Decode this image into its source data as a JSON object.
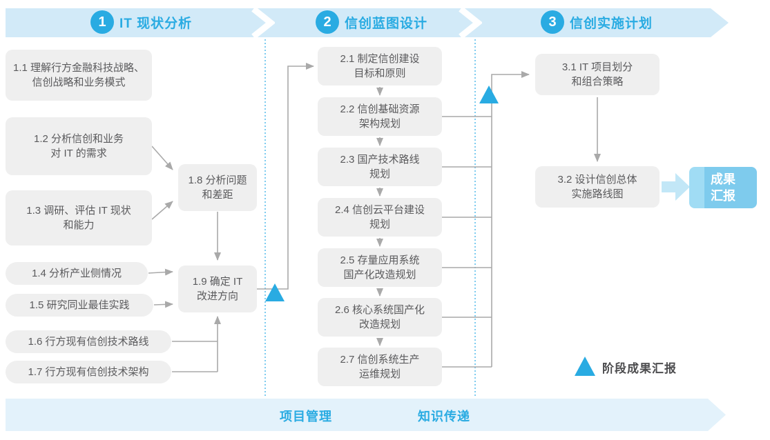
{
  "phases": [
    {
      "number": "1",
      "title": "IT 现状分析"
    },
    {
      "number": "2",
      "title": "信创蓝图设计"
    },
    {
      "number": "3",
      "title": "信创实施计划"
    }
  ],
  "boxes": {
    "b1_1": "1.1 理解行方金融科技战略、\n信创战略和业务模式",
    "b1_2": "1.2 分析信创和业务\n对 IT 的需求",
    "b1_3": "1.3 调研、评估 IT 现状\n和能力",
    "b1_4": "1.4 分析产业侧情况",
    "b1_5": "1.5 研究同业最佳实践",
    "b1_6": "1.6 行方现有信创技术路线",
    "b1_7": "1.7 行方现有信创技术架构",
    "b1_8": "1.8 分析问题\n和差距",
    "b1_9": "1.9 确定 IT\n改进方向",
    "b2_1": "2.1 制定信创建设\n目标和原则",
    "b2_2": "2.2 信创基础资源\n架构规划",
    "b2_3": "2.3 国产技术路线\n规划",
    "b2_4": "2.4 信创云平台建设\n规划",
    "b2_5": "2.5 存量应用系统\n国产化改造规划",
    "b2_6": "2.6 核心系统国产化\n改造规划",
    "b2_7": "2.7 信创系统生产\n运维规划",
    "b3_1": "3.1 IT 项目划分\n和组合策略",
    "b3_2": "3.2 设计信创总体\n实施路线图"
  },
  "result_box": {
    "label": "成果\n汇报"
  },
  "legend": {
    "label": "阶段成果汇报"
  },
  "footer": {
    "items": [
      "项目管理",
      "知识传递"
    ]
  },
  "colors": {
    "accent": "#29ABE2",
    "ribbon_fill": "#D2EAF8",
    "footer_ribbon_fill": "#E3F2FB",
    "box_fill": "#EFEFEF",
    "box_text": "#5A5A5C",
    "connector_gray": "#A9A9A9",
    "dotted_boundary": "#44B5E8",
    "result_box_fill": "#7ECBED",
    "block_arrow_fill": "#C2E7F7"
  }
}
